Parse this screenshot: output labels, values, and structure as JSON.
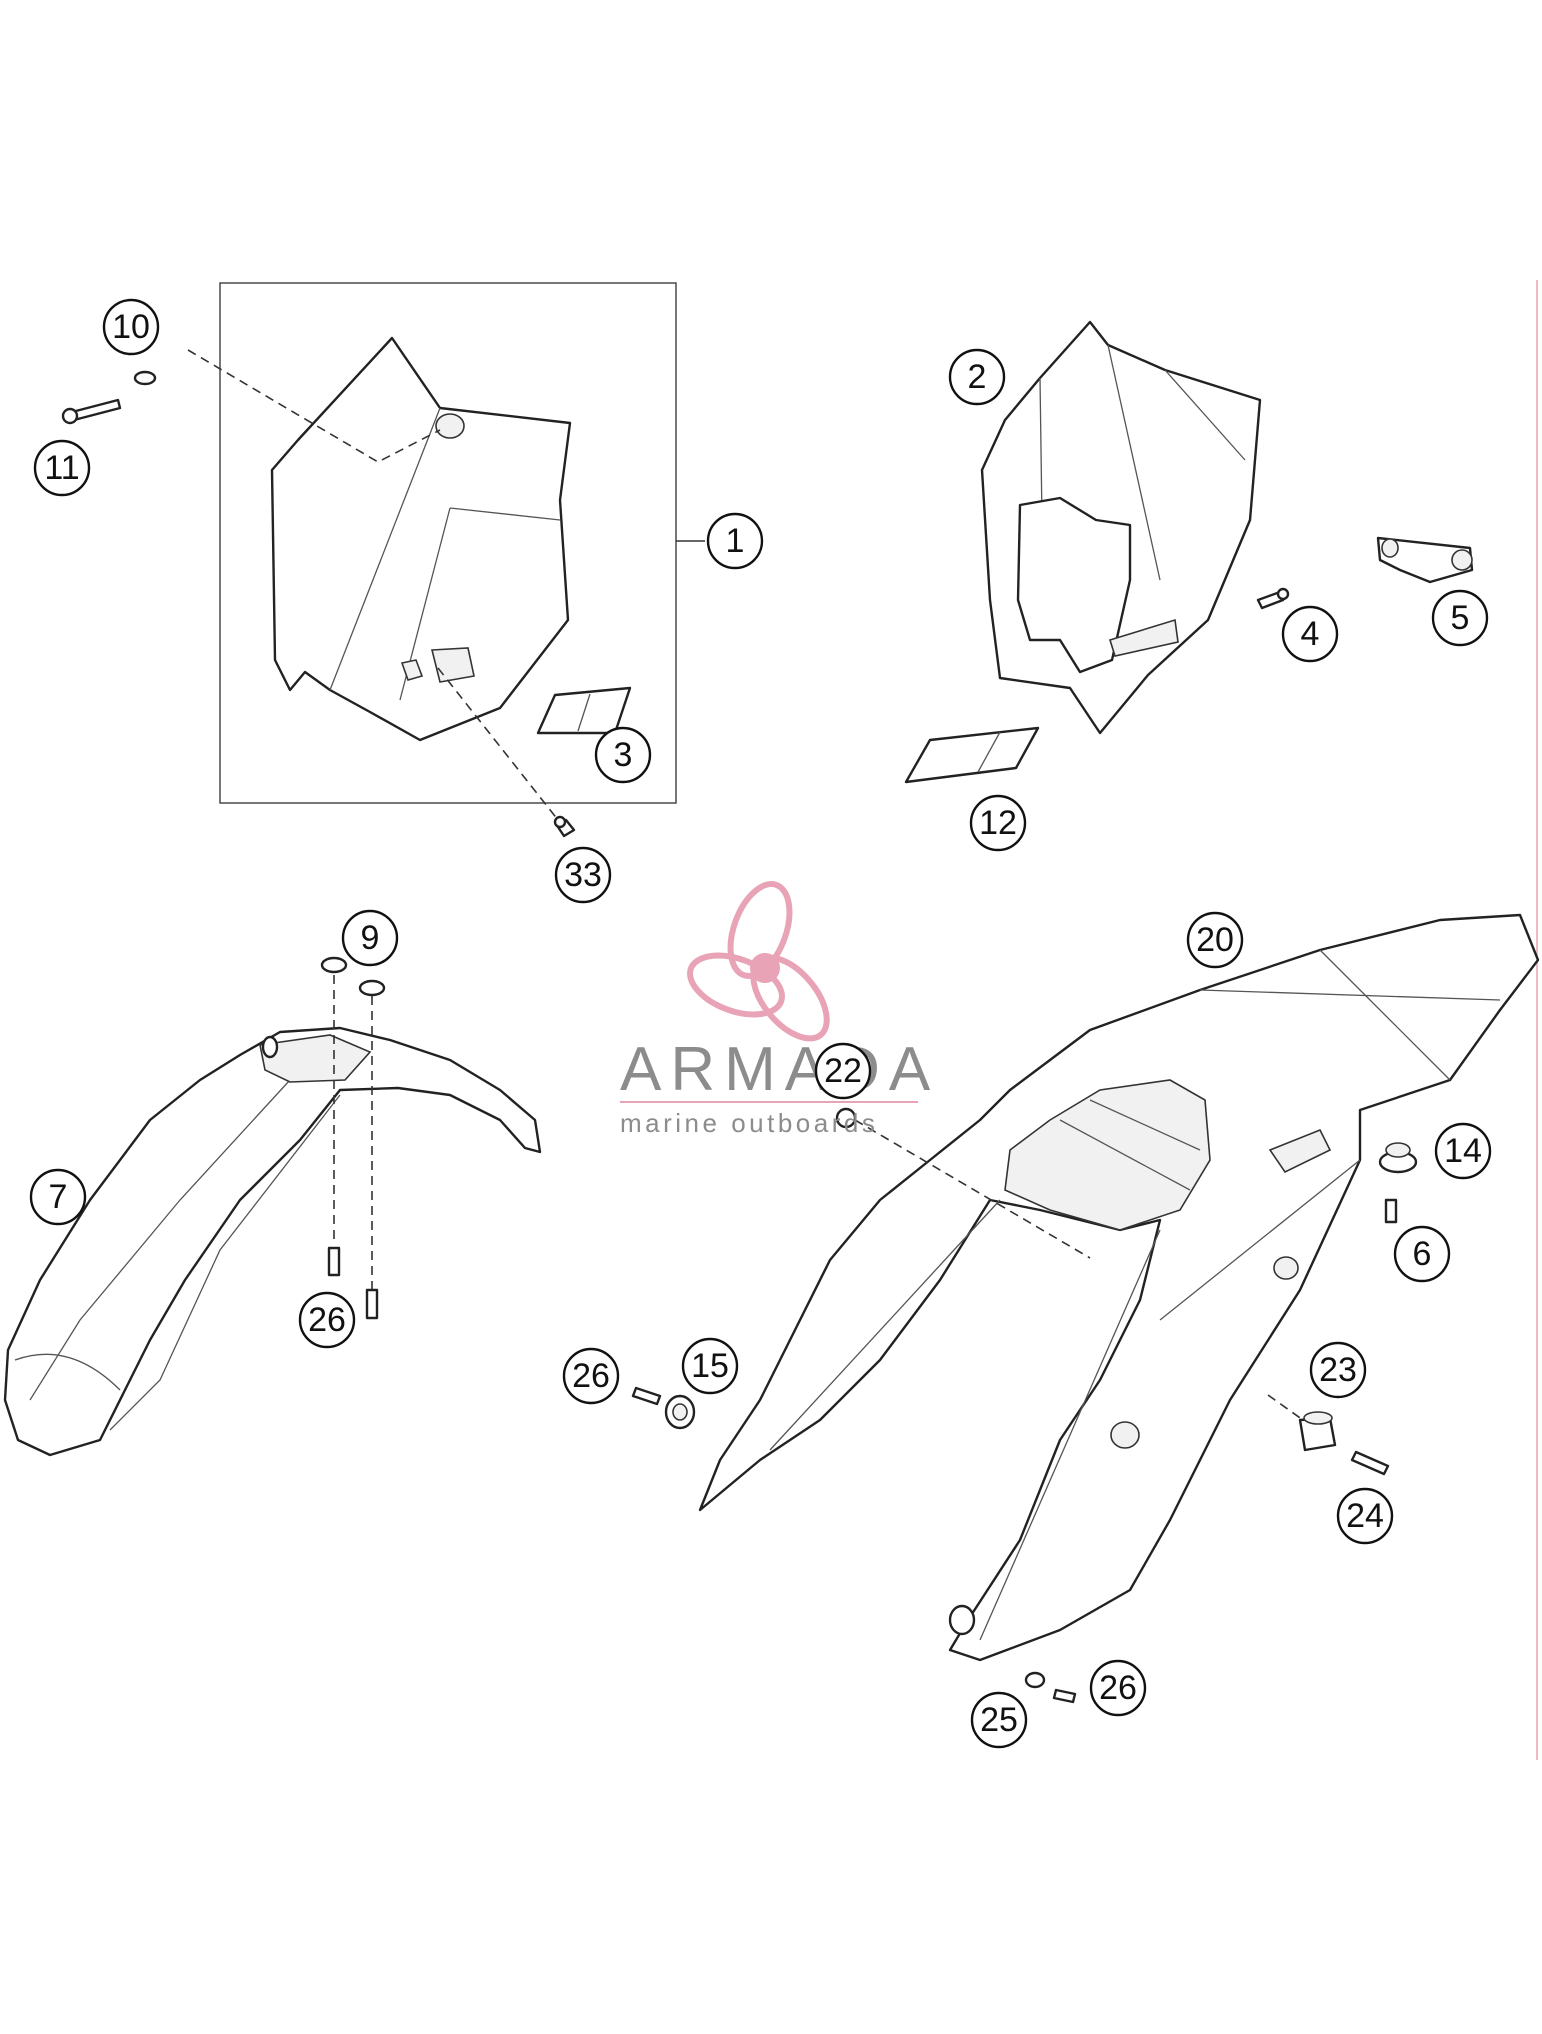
{
  "callouts": [
    {
      "label": "1"
    },
    {
      "label": "2"
    },
    {
      "label": "3"
    },
    {
      "label": "4"
    },
    {
      "label": "5"
    },
    {
      "label": "6"
    },
    {
      "label": "7"
    },
    {
      "label": "9"
    },
    {
      "label": "10"
    },
    {
      "label": "11"
    },
    {
      "label": "12"
    },
    {
      "label": "14"
    },
    {
      "label": "15"
    },
    {
      "label": "20"
    },
    {
      "label": "22"
    },
    {
      "label": "23"
    },
    {
      "label": "24"
    },
    {
      "label": "25"
    },
    {
      "label": "26"
    },
    {
      "label": "26"
    },
    {
      "label": "26"
    },
    {
      "label": "33"
    }
  ],
  "watermark": {
    "name": "ARMADA",
    "tagline": "marine outboards",
    "accent_color": "#e9a3b6",
    "text_color": "#8c8c8c"
  }
}
